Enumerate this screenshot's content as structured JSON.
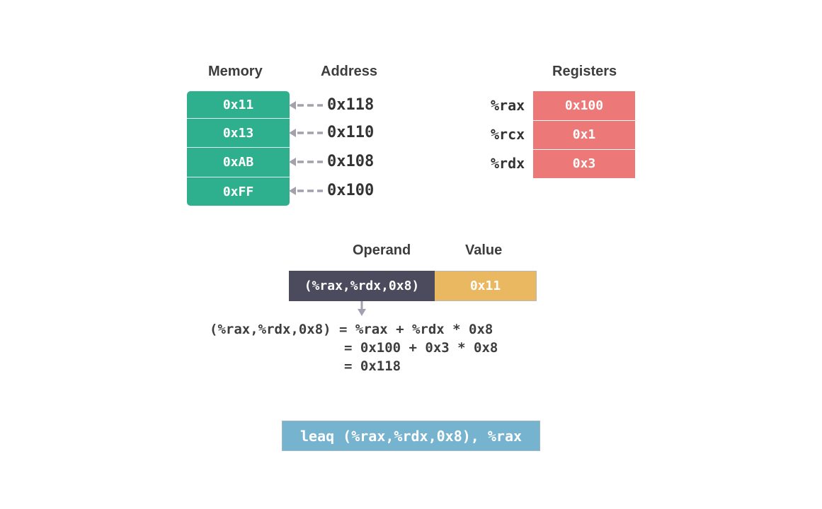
{
  "headers": {
    "memory": "Memory",
    "address": "Address",
    "registers": "Registers",
    "operand": "Operand",
    "value": "Value"
  },
  "memory": {
    "cells": [
      "0x11",
      "0x13",
      "0xAB",
      "0xFF"
    ],
    "addresses": [
      "0x118",
      "0x110",
      "0x108",
      "0x100"
    ]
  },
  "registers": [
    {
      "name": "%rax",
      "value": "0x100"
    },
    {
      "name": "%rcx",
      "value": "0x1"
    },
    {
      "name": "%rdx",
      "value": "0x3"
    }
  ],
  "operand": {
    "expression": "(%rax,%rdx,0x8)",
    "value": "0x11"
  },
  "computation": {
    "line1": "(%rax,%rdx,0x8) = %rax + %rdx * 0x8",
    "line2": "= 0x100 + 0x3 * 0x8",
    "line3": "= 0x118"
  },
  "instruction": "leaq (%rax,%rdx,0x8), %rax",
  "colors": {
    "memory": "#2eb08e",
    "registers": "#ec7878",
    "operand": "#4c4b5e",
    "value": "#e9b860",
    "instruction": "#76b3cf",
    "arrow": "#a3a1ad"
  }
}
